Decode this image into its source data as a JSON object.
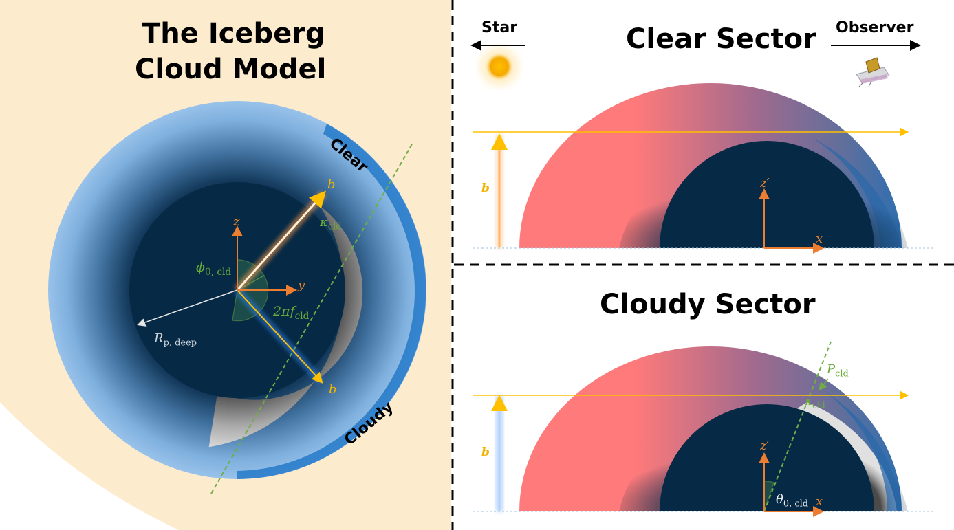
{
  "left_panel": {
    "title_line1": "The Iceberg",
    "title_line2": "Cloud Model",
    "label_clear": "Clear",
    "label_cloudy": "Cloudy",
    "axis_z": "z",
    "axis_y": "y",
    "phi_symbol": "ϕ",
    "phi_sub": "0, cld",
    "two_pi_f": "2πf",
    "two_pi_f_sub": "cld",
    "kappa_symbol": "κ",
    "kappa_sub": "cld",
    "radius_symbol": "R",
    "radius_sub": "p, deep",
    "b_upper": "b",
    "b_lower": "b"
  },
  "right_top": {
    "title": "Clear Sector",
    "star_label": "Star",
    "observer_label": "Observer",
    "axis_z": "z′",
    "axis_x": "x",
    "b_label": "b"
  },
  "right_bottom": {
    "title": "Cloudy Sector",
    "axis_z": "z′",
    "axis_x": "x",
    "b_label": "b",
    "pressure_symbol": "P",
    "pressure_sub": "cld",
    "kappa_symbol": "κ",
    "kappa_sub": "cld",
    "theta_symbol": "θ",
    "theta_sub": "0, cld"
  },
  "colors": {
    "background_left": "#fdebcd",
    "atmosphere_blue": "#5b9bd5",
    "deep_interior": "#062a45",
    "cloud_grey": "#a7a7a7",
    "hot_atmosphere": "#ff7a78",
    "ray_gold": "#ffc000",
    "axis_orange": "#ed7d31",
    "annotation_green": "#70ad47"
  }
}
